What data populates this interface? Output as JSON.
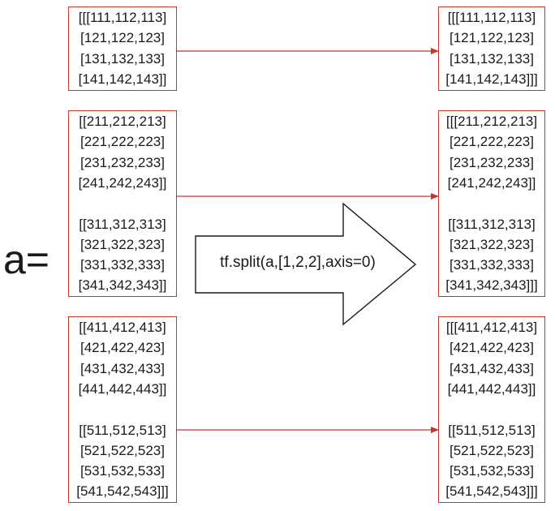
{
  "left_label": "a=",
  "operation": "tf.split(a,[1,2,2],axis=0)",
  "colors": {
    "box_border": "#c0392b",
    "connector": "#c0392b",
    "text": "#1a1a1a"
  },
  "input_boxes": [
    {
      "lines": [
        "[[[111,112,113]",
        "[121,122,123]",
        "[131,132,133]",
        "[141,142,143]]"
      ]
    },
    {
      "lines": [
        "[[211,212,213]",
        "[221,222,223]",
        "[231,232,233]",
        "[241,242,243]]",
        "",
        "[[311,312,313]",
        "[321,322,323]",
        "[331,332,333]",
        "[341,342,343]]"
      ]
    },
    {
      "lines": [
        "[[411,412,413]",
        "[421,422,423]",
        "[431,432,433]",
        "[441,442,443]]",
        "",
        "[[511,512,513]",
        "[521,522,523]",
        "[531,532,533]",
        "[541,542,543]]]"
      ]
    }
  ],
  "output_boxes": [
    {
      "lines": [
        "[[[111,112,113]",
        "[121,122,123]",
        "[131,132,133]",
        "[141,142,143]]]"
      ]
    },
    {
      "lines": [
        "[[[211,212,213]",
        "[221,222,223]",
        "[231,232,233]",
        "[241,242,243]]",
        "",
        "[[311,312,313]",
        "[321,322,323]",
        "[331,332,333]",
        "[341,342,343]]]"
      ]
    },
    {
      "lines": [
        "[[[411,412,413]",
        "[421,422,423]",
        "[431,432,433]",
        "[441,442,443]]",
        "",
        "[[511,512,513]",
        "[521,522,523]",
        "[531,532,533]",
        "[541,542,543]]]"
      ]
    }
  ]
}
